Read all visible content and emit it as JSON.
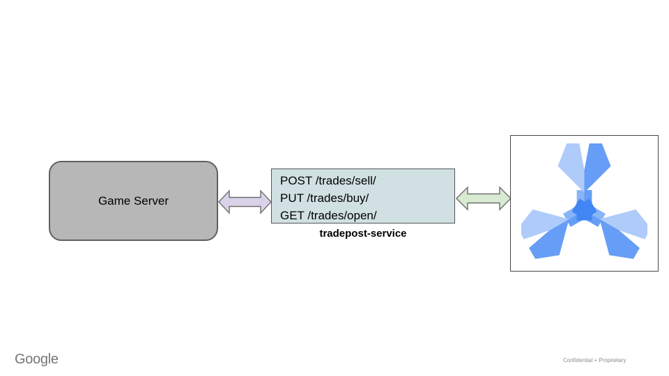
{
  "slide": {
    "background": "#ffffff"
  },
  "diagram": {
    "game_server": {
      "label": "Game Server",
      "fill": "#b7b7b7",
      "border": "#5f5f5f"
    },
    "api_box": {
      "lines": [
        "POST /trades/sell/",
        "PUT /trades/buy/",
        "GET /trades/open/"
      ],
      "fill": "#d0e0e3",
      "border": "#565656"
    },
    "service_label": "tradepost-service",
    "arrows": {
      "left": {
        "direction": "bidirectional",
        "fill": "#d9d2e9",
        "stroke": "#6e6e6e"
      },
      "right": {
        "direction": "bidirectional",
        "fill": "#d9ead3",
        "stroke": "#6e6e6e"
      }
    },
    "spanner_icon": {
      "label": "cloud-spanner-icon",
      "colors": {
        "light": "#aecbfa",
        "light_mid": "#8ab4f8",
        "medium": "#669df6",
        "dark": "#4285f4"
      }
    }
  },
  "footer": {
    "logo": "Google",
    "note": "Confidential + Proprietary"
  }
}
